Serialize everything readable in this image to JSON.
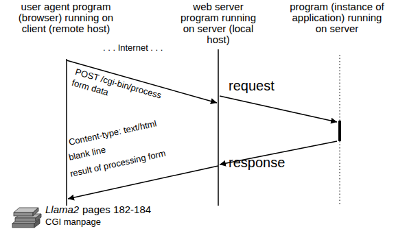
{
  "diagram": {
    "labels": [
      "user agent program (browser) running on client (remote host)",
      "web server program running on server (local host)",
      "program (instance of application) running on server",
      ". . . Internet . . .",
      "POST /cgi-bin/process",
      "form data",
      "request",
      "Content-type: text/html",
      "blank line",
      "result of processing form",
      "response",
      "Llama2",
      "pages 182-184",
      "CGI manpage"
    ]
  }
}
